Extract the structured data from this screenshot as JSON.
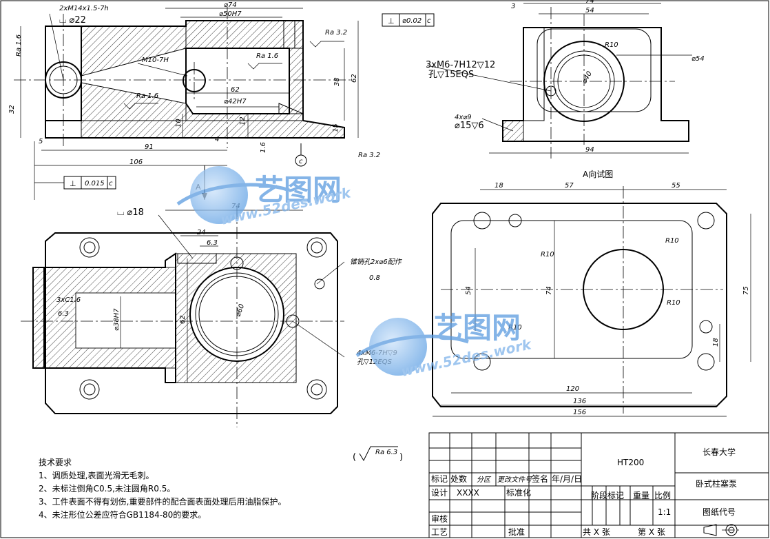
{
  "top_left_view": {
    "callouts": [
      "2xM14x1.5-7h",
      "⌴ ⌀22",
      "M10-7H",
      "Ra 1.6",
      "Ra 1.6",
      "Ra 1.6",
      "Ra 3.2",
      "Ra 3.2"
    ],
    "dims": [
      "⌀74",
      "⌀50H7",
      "62",
      "⌀42H7",
      "38",
      "62",
      "12",
      "10",
      "4",
      "1.6",
      "91",
      "106",
      "32",
      "5",
      "15"
    ],
    "fcf_top": [
      "⊥",
      "⌀0.02",
      "c"
    ],
    "fcf_bottom": [
      "⊥",
      "0.015",
      "c"
    ],
    "datum": "c",
    "view_marker": "A"
  },
  "top_right_view": {
    "dims": [
      "3",
      "74",
      "54",
      "R10",
      "⌀54",
      "⌀40",
      "94"
    ],
    "callout_thread_1": "3xM6-7H12▽12",
    "callout_thread_2": "孔▽15EQS",
    "callout_hole_1": "4x⌀9",
    "callout_hole_2": "⌀15▽6"
  },
  "bottom_left_view": {
    "dims": [
      "74",
      "24",
      "6.3",
      "62",
      "⌀60",
      "⌀38H7",
      "3xC1.6",
      "6.3"
    ],
    "callout_cbore": "⌴ ⌀18",
    "callout_pin": "锥销孔2x⌀6配作",
    "callout_pin_ra": "0.8",
    "callout_thread_1": "4xM6-7H▽9",
    "callout_thread_2": "孔▽12EQS"
  },
  "bottom_right_view": {
    "title": "A向试图",
    "dims": [
      "18",
      "57",
      "55",
      "R10",
      "R10",
      "R10",
      "R10",
      "54",
      "74",
      "75",
      "18",
      "120",
      "136",
      "156"
    ]
  },
  "roughness_general": "Ra 6.3",
  "tech_requirements": {
    "heading": "技术要求",
    "items": [
      "1、调质处理,表面光滑无毛刺。",
      "2、未标注倒角C0.5,未注圆角R0.5。",
      "3、工件表面不得有划伤,重要部件的配合面表面处理后用油脂保护。",
      "4、未注形位公差应符合GB1184-80的要求。"
    ]
  },
  "title_block": {
    "material": "HT200",
    "school": "长春大学",
    "part_name": "卧式柱塞泵",
    "drawing_no_label": "图纸代号",
    "scale": "1:1",
    "row_headers": [
      "标记",
      "处数",
      "分区",
      "更改文件号",
      "签名",
      "年/月/日"
    ],
    "design": "设计",
    "designer": "XXXX",
    "standardize": "标准化",
    "stage_mark": "阶段标记",
    "weight": "重量",
    "ratio": "比例",
    "check": "审核",
    "process": "工艺",
    "approve": "批准",
    "sheets": "共 X 张",
    "sheet_no": "第 X 张"
  },
  "watermark": {
    "text_cn": "艺图网",
    "text_en": "www.52des.work"
  },
  "colors": {
    "line": "#000000",
    "watermark": "#5b9be0",
    "background": "#ffffff"
  }
}
